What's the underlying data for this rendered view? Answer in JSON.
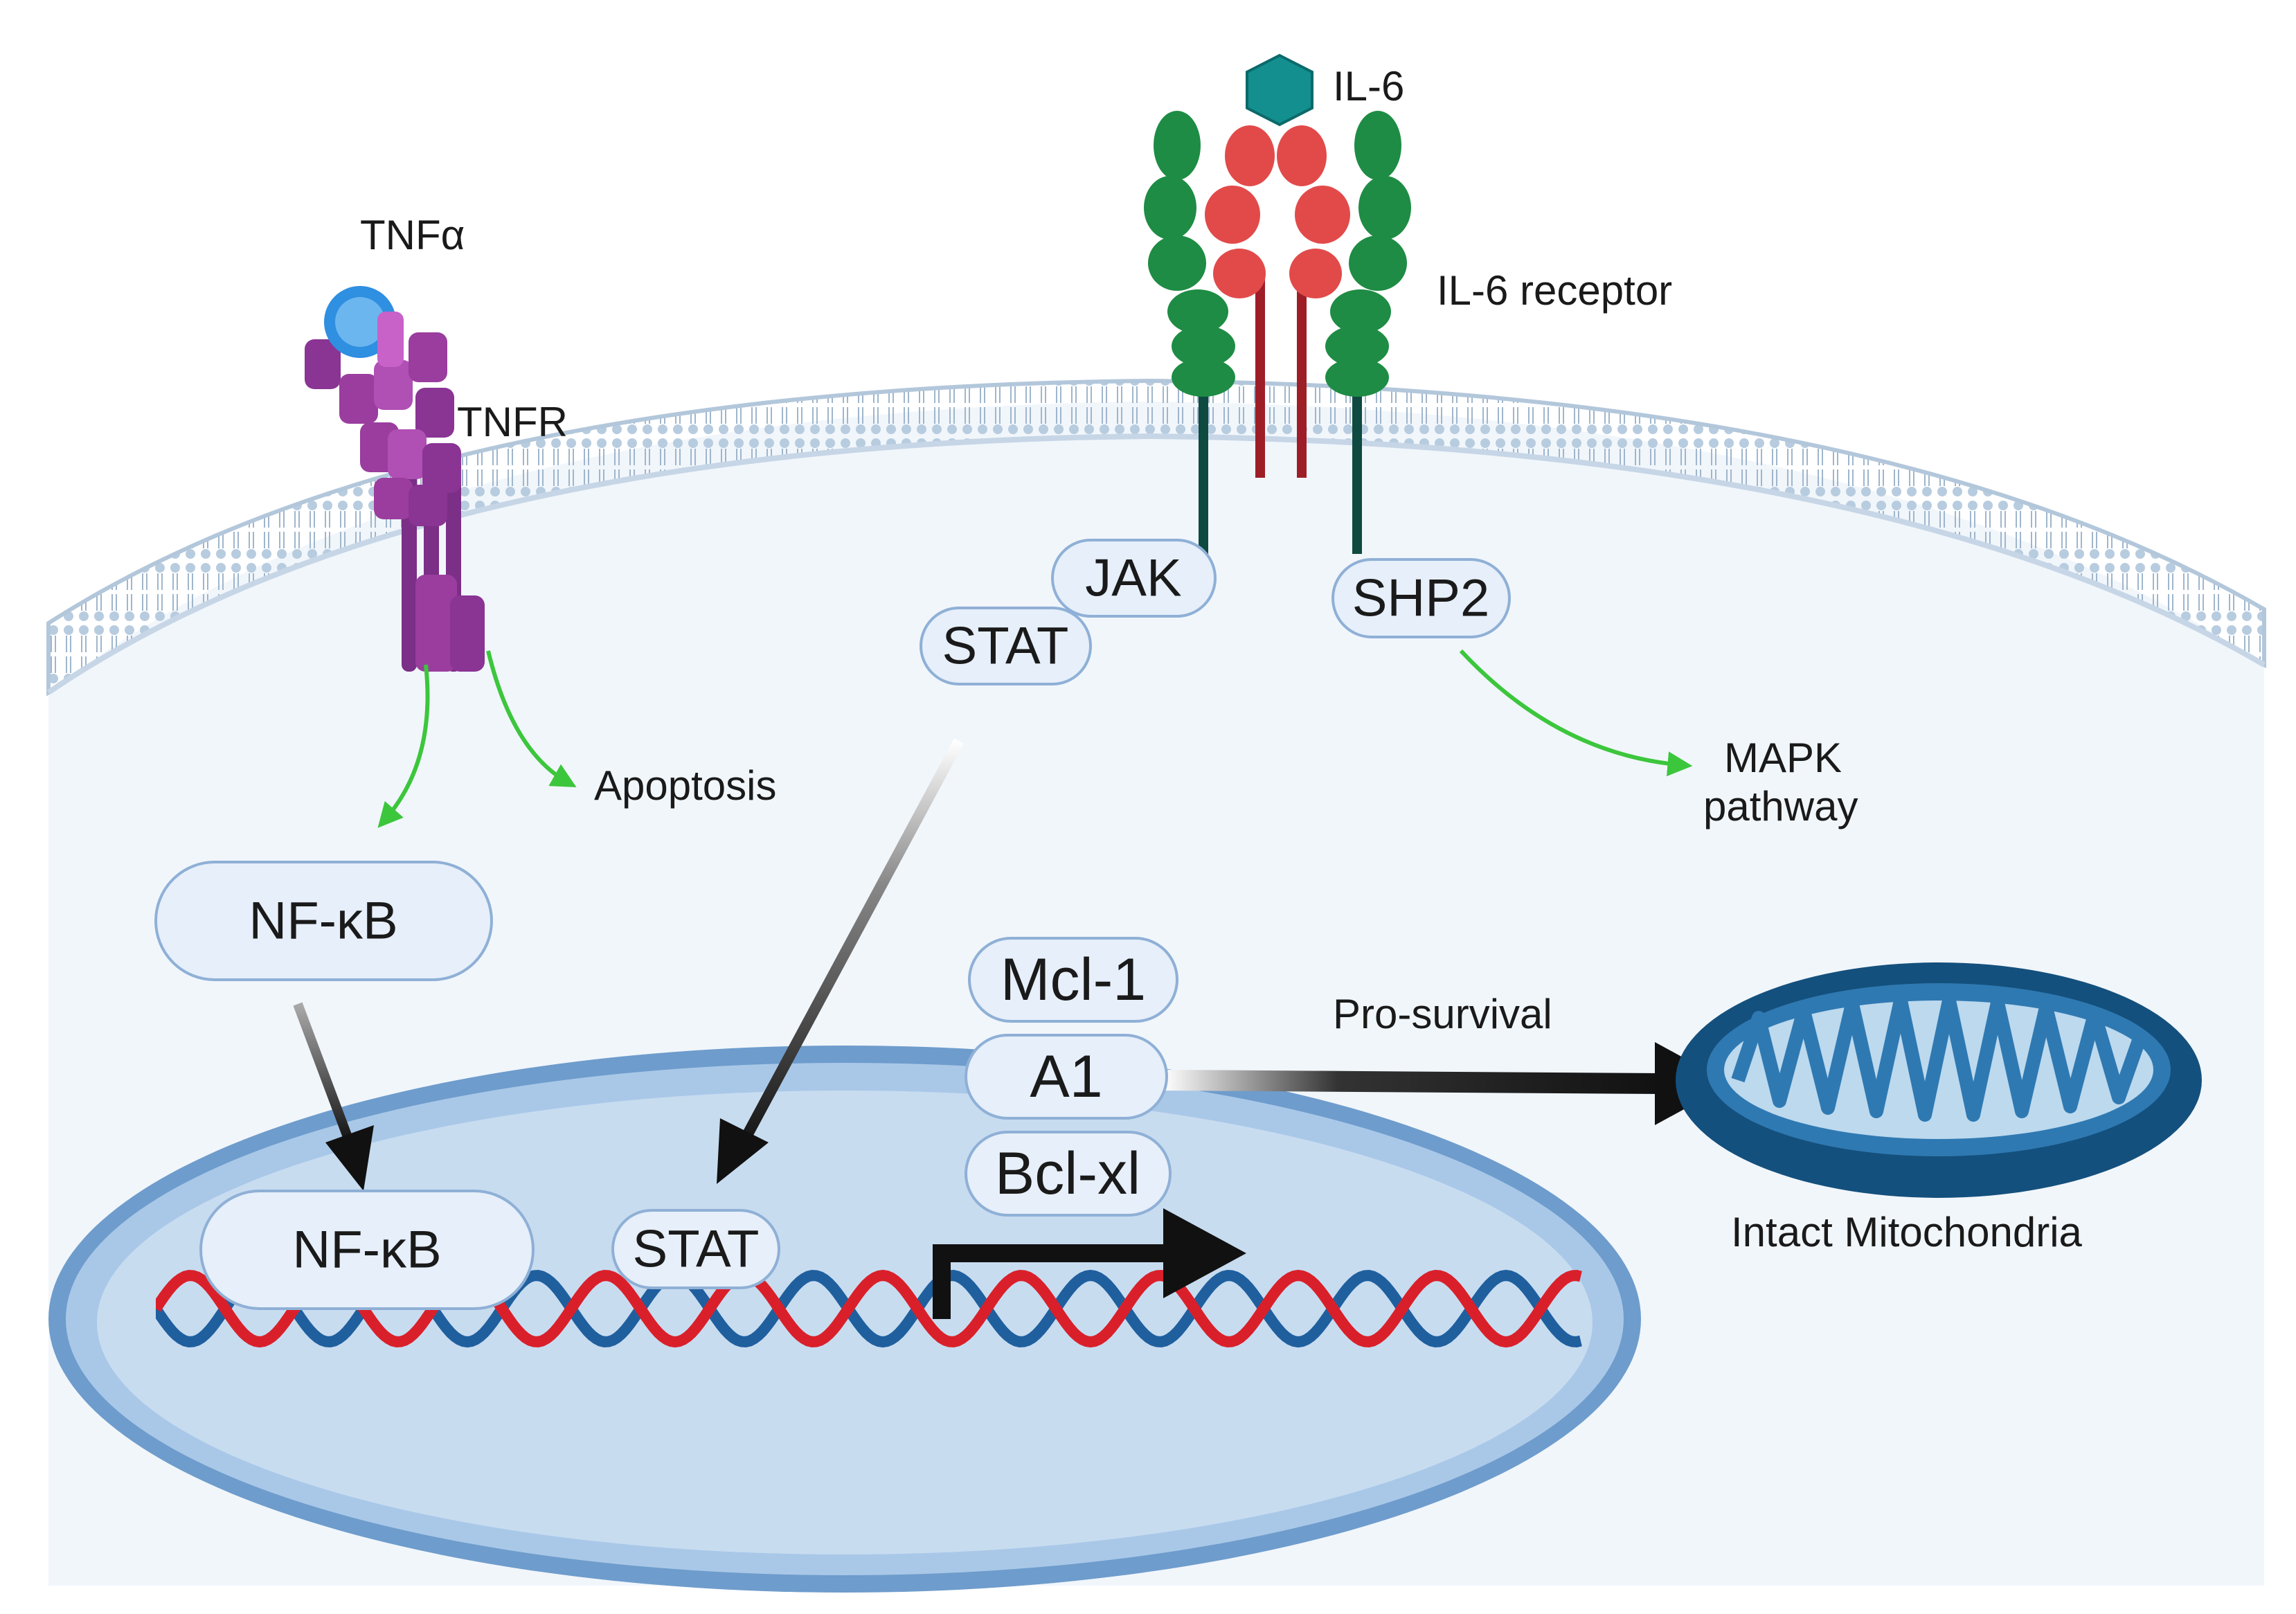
{
  "labels": {
    "tnf_alpha": "TNFα",
    "tnfr": "TNFR",
    "il6": "IL-6",
    "il6_receptor": "IL-6 receptor",
    "apoptosis": "Apoptosis",
    "mapk_line1": "MAPK",
    "mapk_line2": "pathway",
    "pro_survival": "Pro-survival",
    "intact_mitochondria": "Intact Mitochondria"
  },
  "proteins": {
    "jak": "JAK",
    "stat_cyto": "STAT",
    "shp2": "SHP2",
    "nfkb_cyto": "NF-κB",
    "nfkb_nucleus": "NF-κB",
    "stat_nucleus": "STAT",
    "mcl1": "Mcl-1",
    "a1": "A1",
    "bclxl": "Bcl-xl"
  },
  "colors": {
    "membrane": "#c9d9ea",
    "cytoplasm": "#f1f6fb",
    "nucleus": "#bcd6ee",
    "nucleus_rim": "#6e9ccc",
    "receptor_green": "#1e8c44",
    "receptor_red": "#e24a4a",
    "tnfr_purple": "#9a3d9e",
    "tnf_blue": "#2f8fe0",
    "activation_arrow": "#3cc63c",
    "dna_red": "#d9202a",
    "dna_blue": "#1f5f9e",
    "mito": "#1d5d8f"
  }
}
